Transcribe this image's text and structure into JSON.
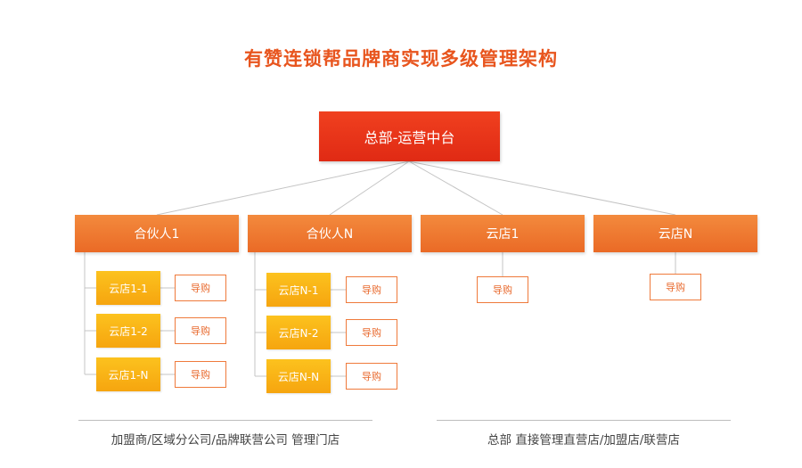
{
  "title": "有赞连锁帮品牌商实现多级管理架构",
  "hq": "总部-运营中台",
  "level2": [
    "合伙人1",
    "合伙人N",
    "云店1",
    "云店N"
  ],
  "partner1_stores": [
    "云店1-1",
    "云店1-2",
    "云店1-N"
  ],
  "partnerN_stores": [
    "云店N-1",
    "云店N-2",
    "云店N-N"
  ],
  "guide_label": "导购",
  "footer_left": "加盟商/区域分公司/品牌联营公司 管理门店",
  "footer_right": "总部 直接管理直营店/加盟店/联营店",
  "colors": {
    "title": "#e8551e",
    "hq": "#e02a14",
    "level2": "#ea6a26",
    "store": "#f6a50f",
    "guide_border": "#ef7a3b"
  }
}
